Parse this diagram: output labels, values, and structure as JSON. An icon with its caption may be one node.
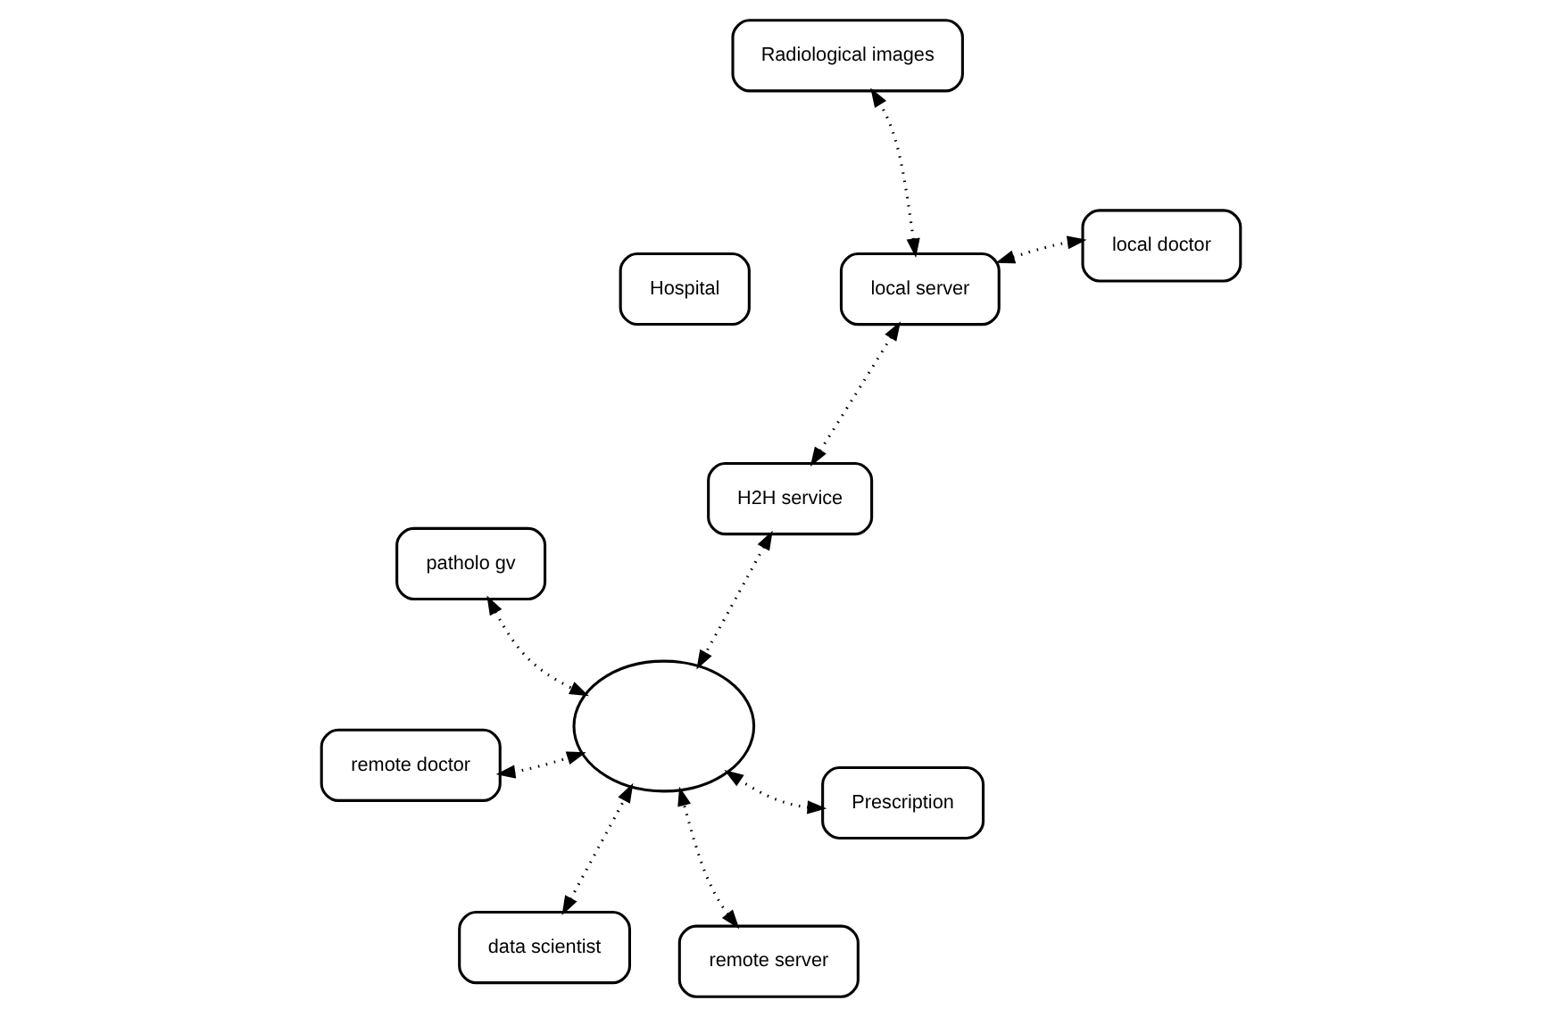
{
  "diagram": {
    "nodes": [
      {
        "text": [
          "patholo gv"
        ]
      },
      {
        "text": [
          "Hospital"
        ]
      },
      {
        "text": [
          "local doctor"
        ]
      },
      {
        "text": [
          "local server"
        ]
      },
      {
        "text": [
          "Radiological images"
        ]
      },
      {
        "text": [
          "H2H service"
        ]
      },
      {
        "text": [],
        "shape": "cloud"
      },
      {
        "text": [
          "remote doctor"
        ]
      },
      {
        "text": [
          "Prescription"
        ]
      },
      {
        "text": [
          "data scientist"
        ]
      },
      {
        "text": [
          "remote server"
        ]
      }
    ],
    "edges": [
      {
        "from": 0,
        "to": 6,
        "arrow": "both"
      },
      {
        "from": 3,
        "to": 5,
        "arrow": "both"
      },
      {
        "from": 3,
        "to": 2,
        "arrow": "both"
      },
      {
        "from": 3,
        "to": 4,
        "arrow": "both"
      },
      {
        "from": 5,
        "to": 6,
        "arrow": "both"
      },
      {
        "from": 8,
        "to": 6,
        "arrow": "both"
      },
      {
        "from": 10,
        "to": 6,
        "arrow": "both"
      },
      {
        "from": 7,
        "to": 6,
        "arrow": "both"
      },
      {
        "from": 9,
        "to": 6,
        "arrow": "both"
      }
    ]
  }
}
